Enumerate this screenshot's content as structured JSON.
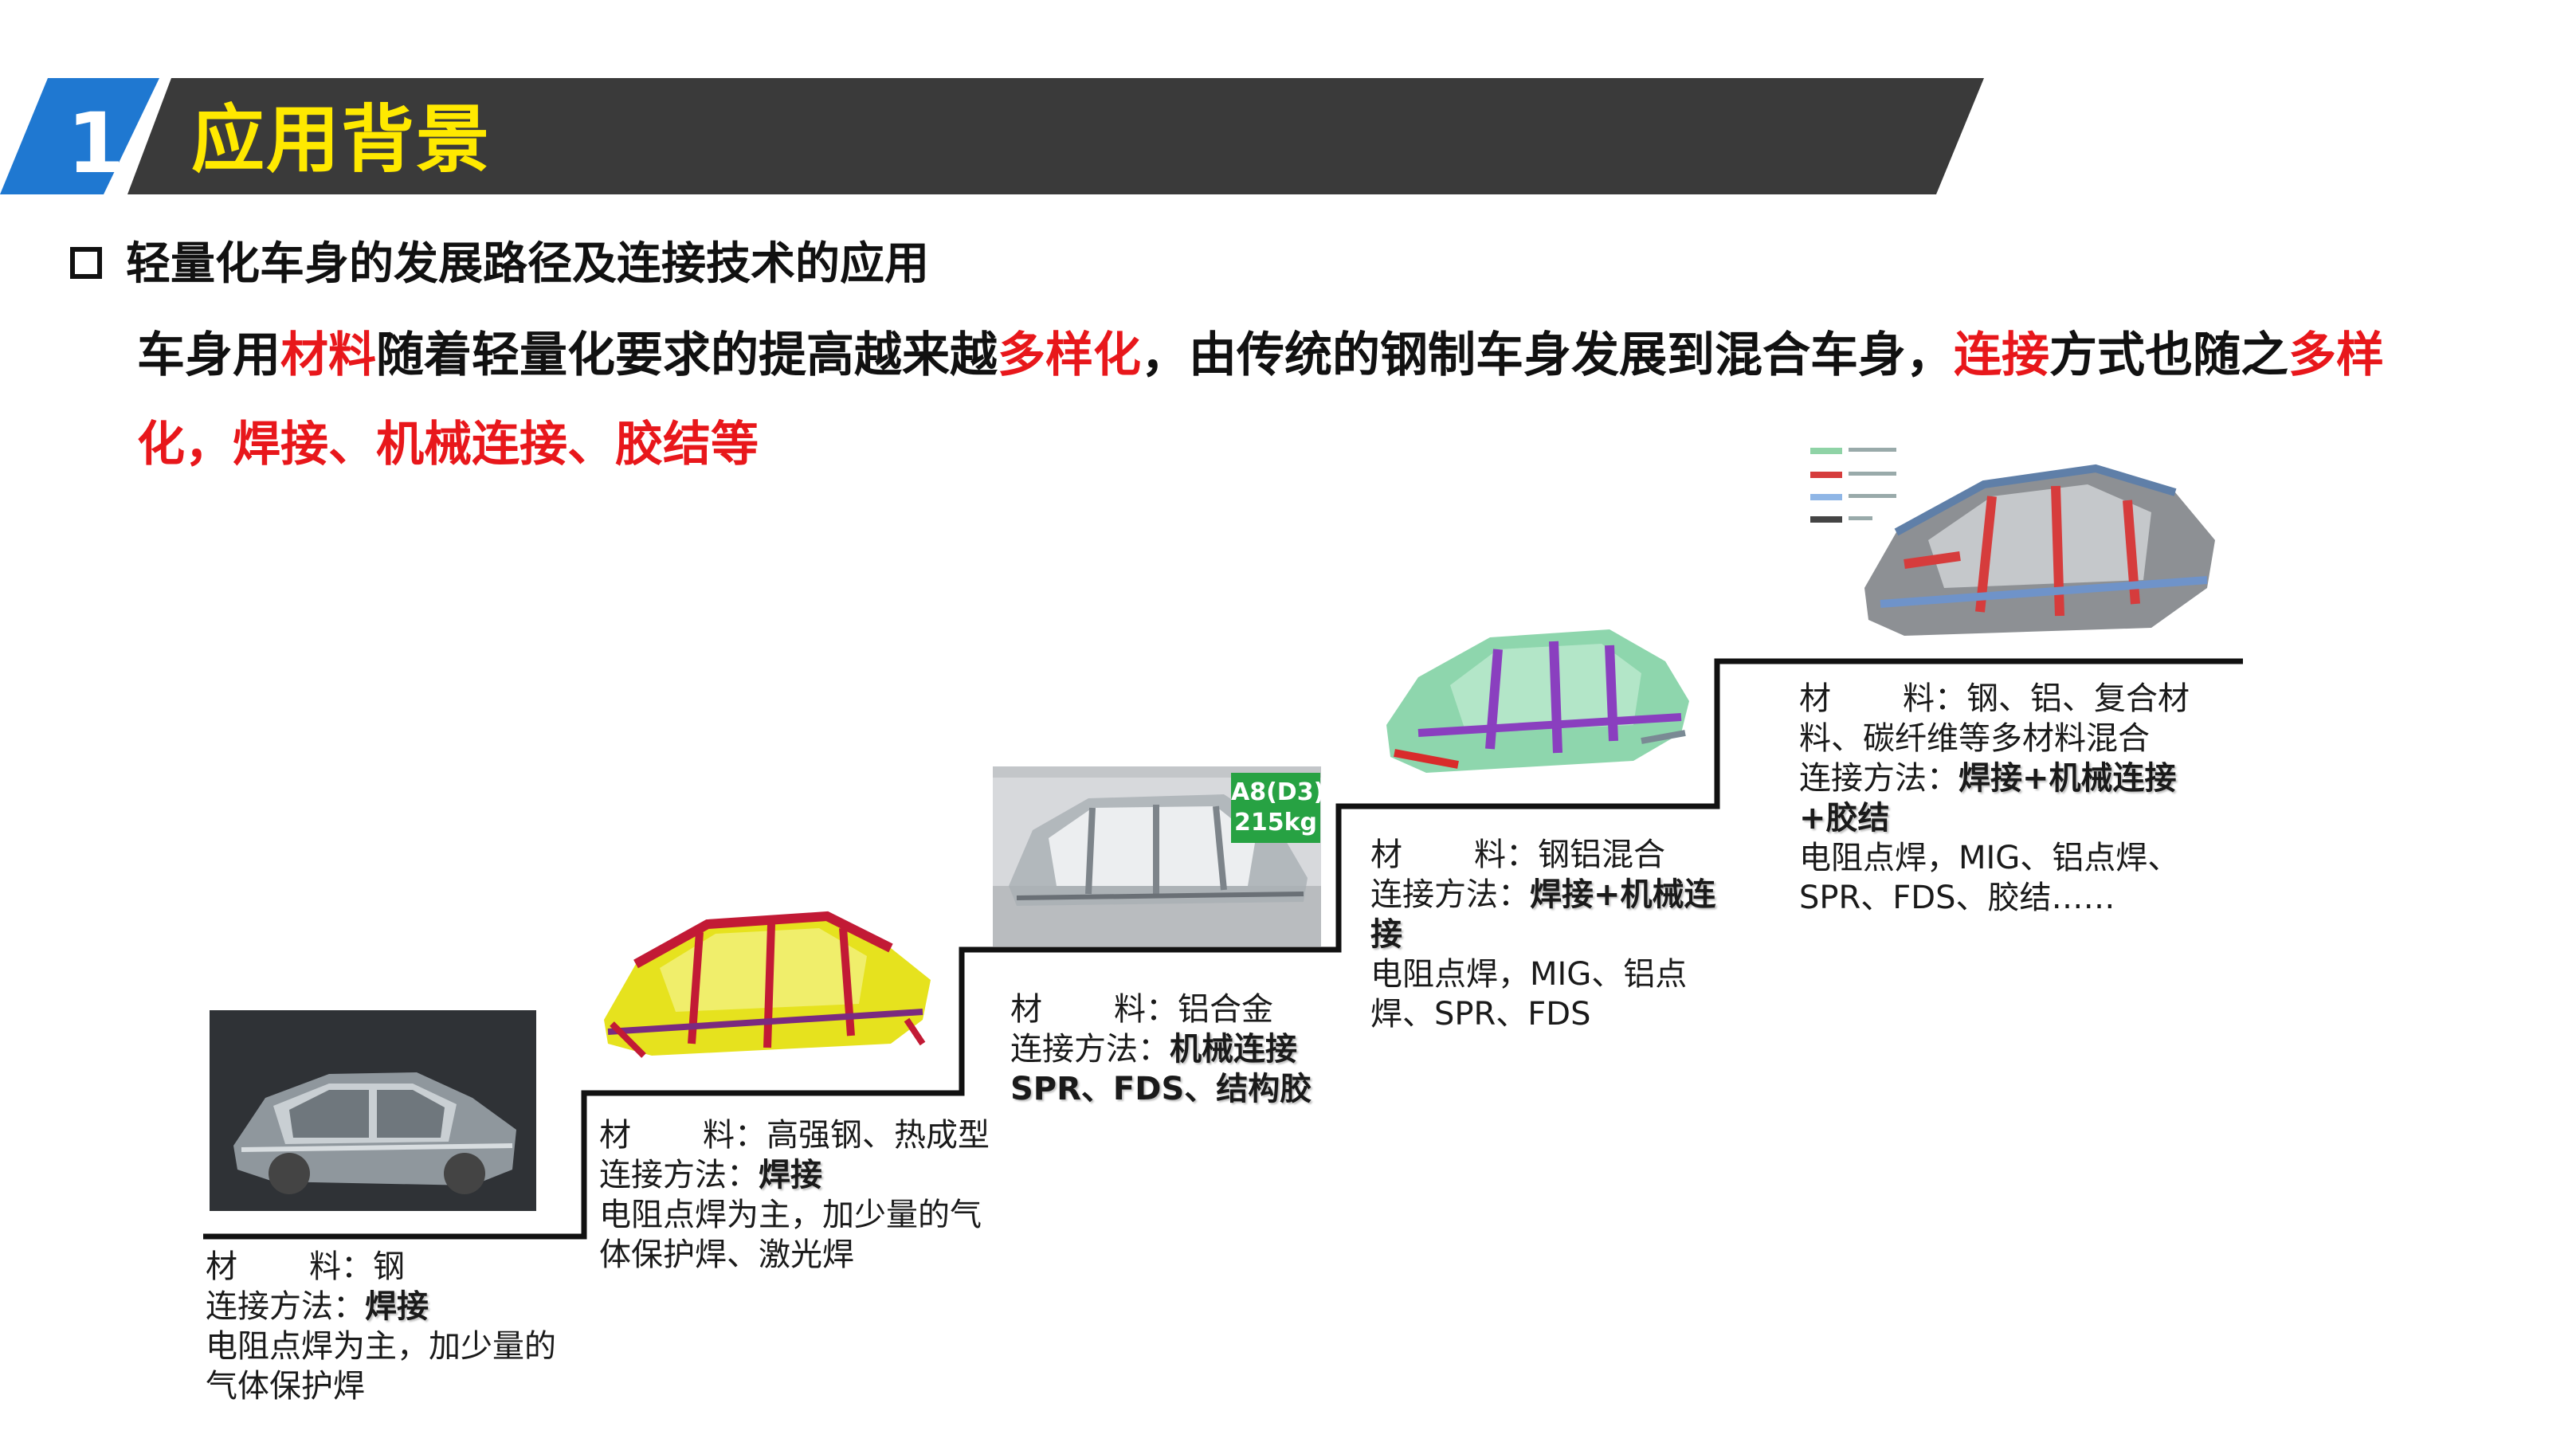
{
  "header": {
    "number": "1",
    "title": "应用背景"
  },
  "heading": "轻量化车身的发展路径及连接技术的应用",
  "intro": {
    "p1": "车身用",
    "r1": "材料",
    "p2": "随着轻量化要求的提高越来越",
    "r2": "多样化",
    "p3": "，由传统的钢制车身发展到混合车身，",
    "r3": "连接",
    "p4": "方式也随之",
    "r4": "多样化，焊接、机械连接、胶结等"
  },
  "stages": [
    {
      "material_label": "材",
      "material_label2": "料：",
      "material": "钢",
      "method_label": "连接方法：",
      "method": "焊接",
      "detail": "电阻点焊为主，加少量的气体保护焊"
    },
    {
      "material_label": "材",
      "material_label2": "料：",
      "material": "高强钢、热成型",
      "method_label": "连接方法：",
      "method": "焊接",
      "detail": "电阻点焊为主，加少量的气体保护焊、激光焊"
    },
    {
      "material_label": "材",
      "material_label2": "料：",
      "material": "铝合金",
      "method_label": "连接方法：",
      "method": "机械连接",
      "method2": "SPR、FDS、结构胶",
      "badge": "A8(D3)\n215kg"
    },
    {
      "material_label": "材",
      "material_label2": "料：",
      "material": "钢铝混合",
      "method_label": "连接方法：",
      "method": "焊接+机械连接",
      "detail": "电阻点焊，MIG、铝点焊、SPR、FDS"
    },
    {
      "material_label": "材",
      "material_label2": "料：",
      "material": "钢、铝、复合材料、碳纤维等多材料混合",
      "method_label": "连接方法：",
      "method": "焊接+机械连接+胶结",
      "detail": "电阻点焊，MIG、铝点焊、SPR、FDS、胶结……"
    }
  ],
  "colors": {
    "accent_blue": "#1f78d1",
    "banner_dark": "#3a3a3a",
    "title_yellow": "#ffe900",
    "highlight_red": "#e8171b",
    "badge_green": "#27a243"
  }
}
